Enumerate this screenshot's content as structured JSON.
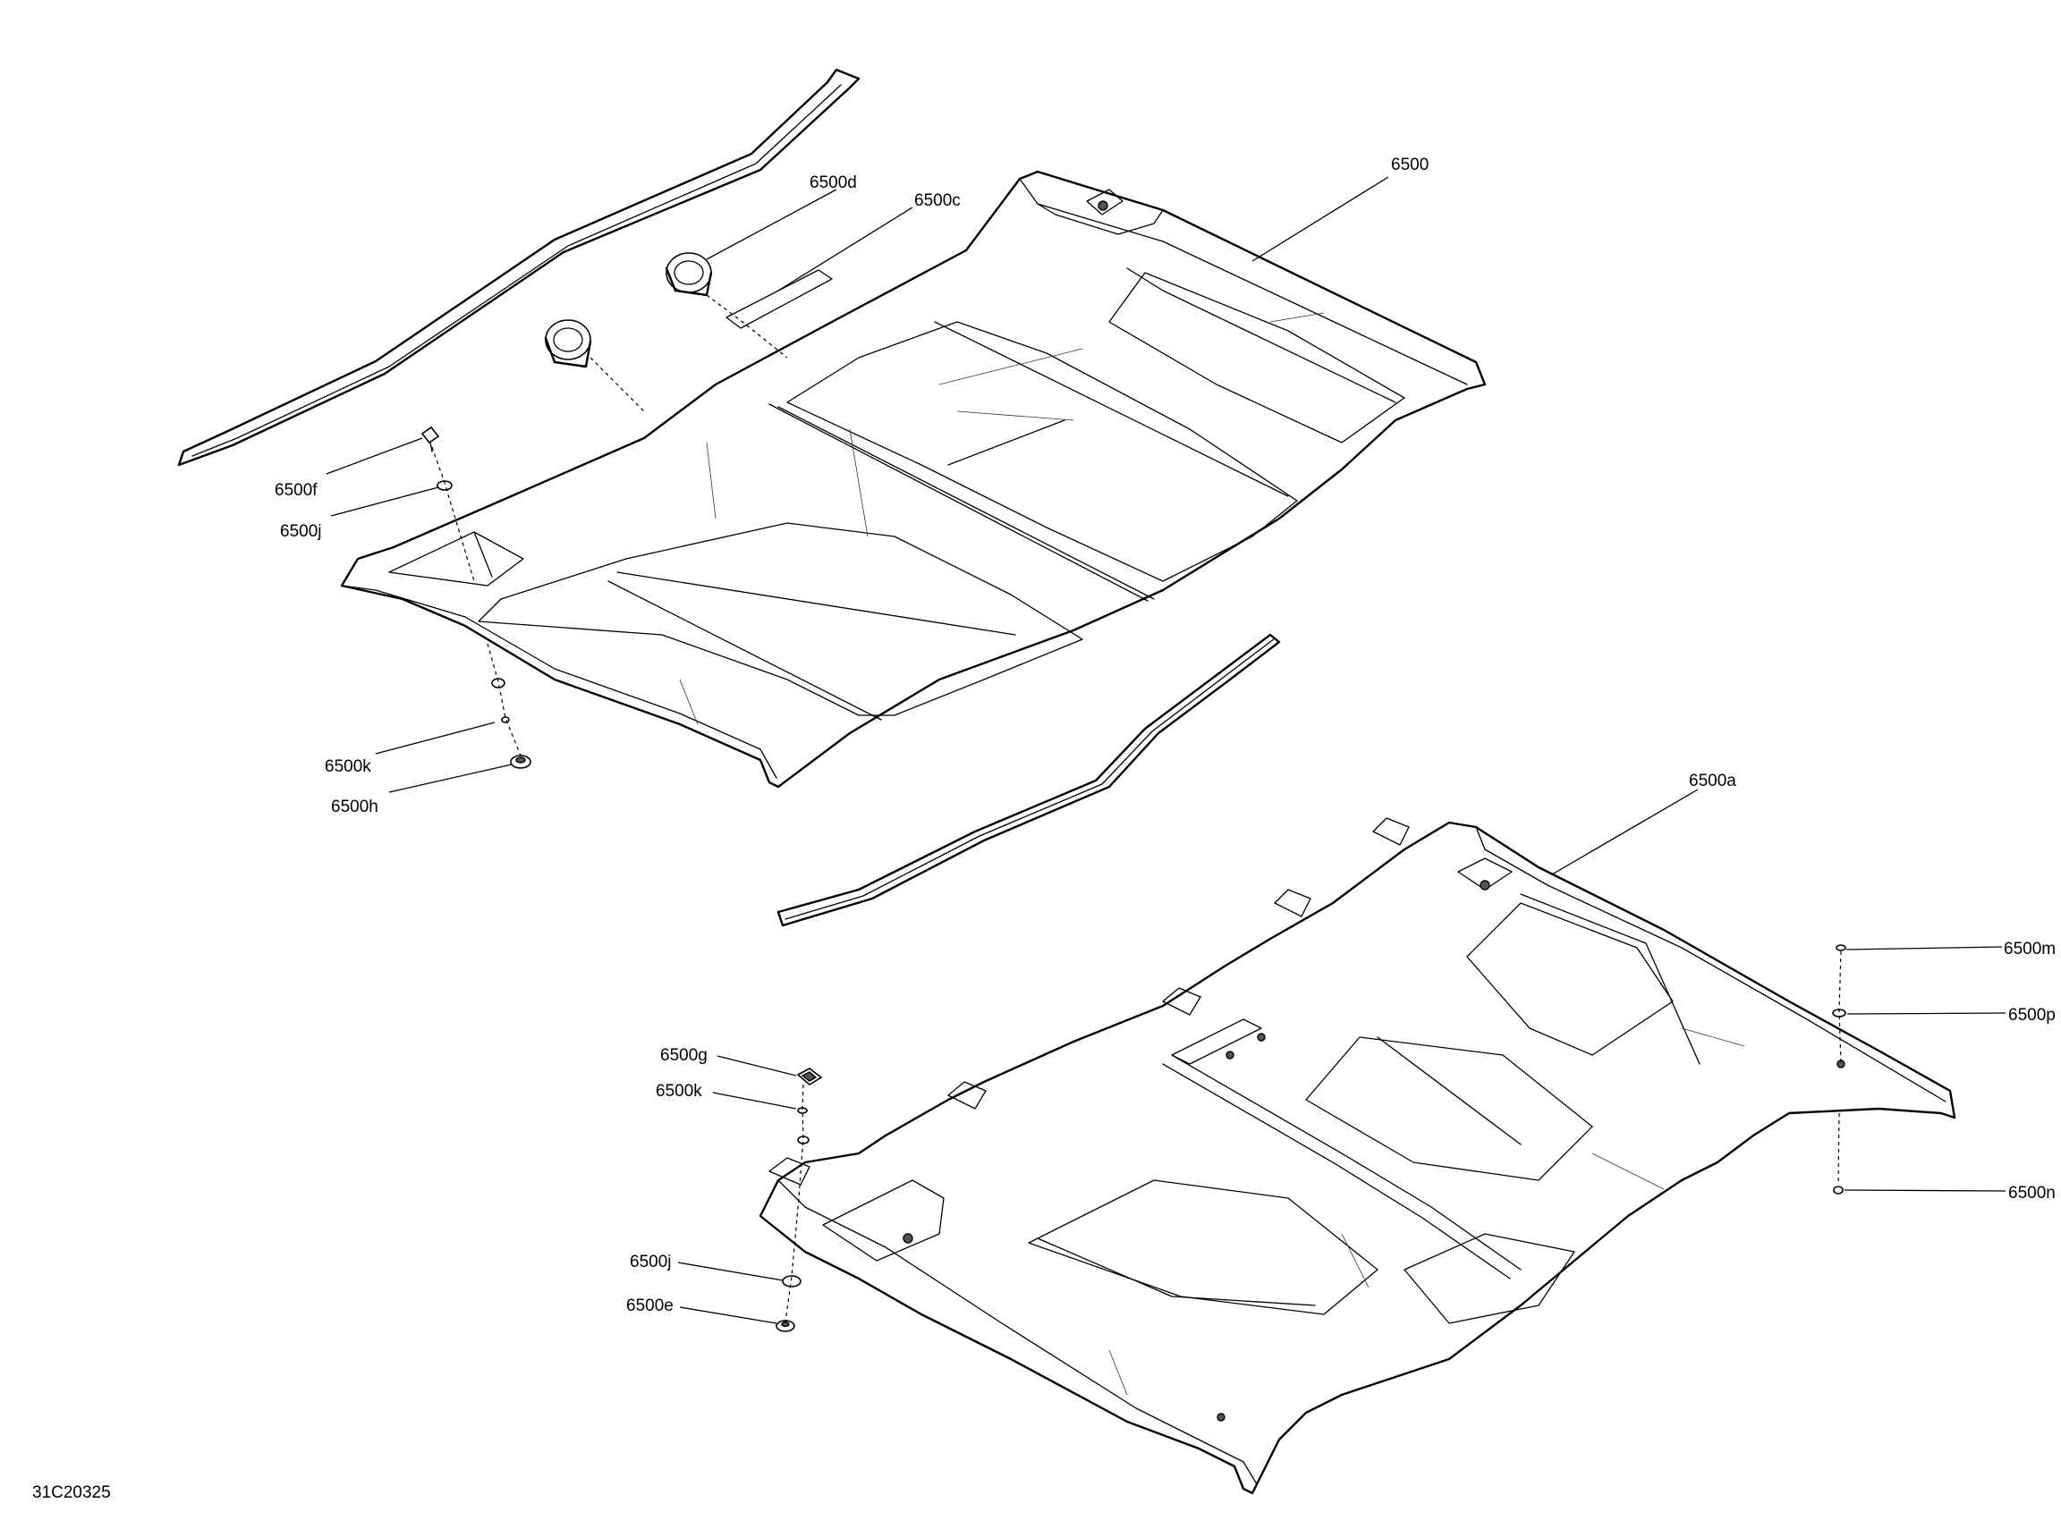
{
  "diagram_ref": "31C20325",
  "callouts": [
    {
      "id": "6500",
      "text": "6500"
    },
    {
      "id": "6500d",
      "text": "6500d"
    },
    {
      "id": "6500c",
      "text": "6500c"
    },
    {
      "id": "6500f",
      "text": "6500f"
    },
    {
      "id": "6500j1",
      "text": "6500j"
    },
    {
      "id": "6500k1",
      "text": "6500k"
    },
    {
      "id": "6500h",
      "text": "6500h"
    },
    {
      "id": "6500a",
      "text": "6500a"
    },
    {
      "id": "6500m",
      "text": "6500m"
    },
    {
      "id": "6500p",
      "text": "6500p"
    },
    {
      "id": "6500n",
      "text": "6500n"
    },
    {
      "id": "6500g",
      "text": "6500g"
    },
    {
      "id": "6500k2",
      "text": "6500k"
    },
    {
      "id": "6500j2",
      "text": "6500j"
    },
    {
      "id": "6500e",
      "text": "6500e"
    }
  ]
}
